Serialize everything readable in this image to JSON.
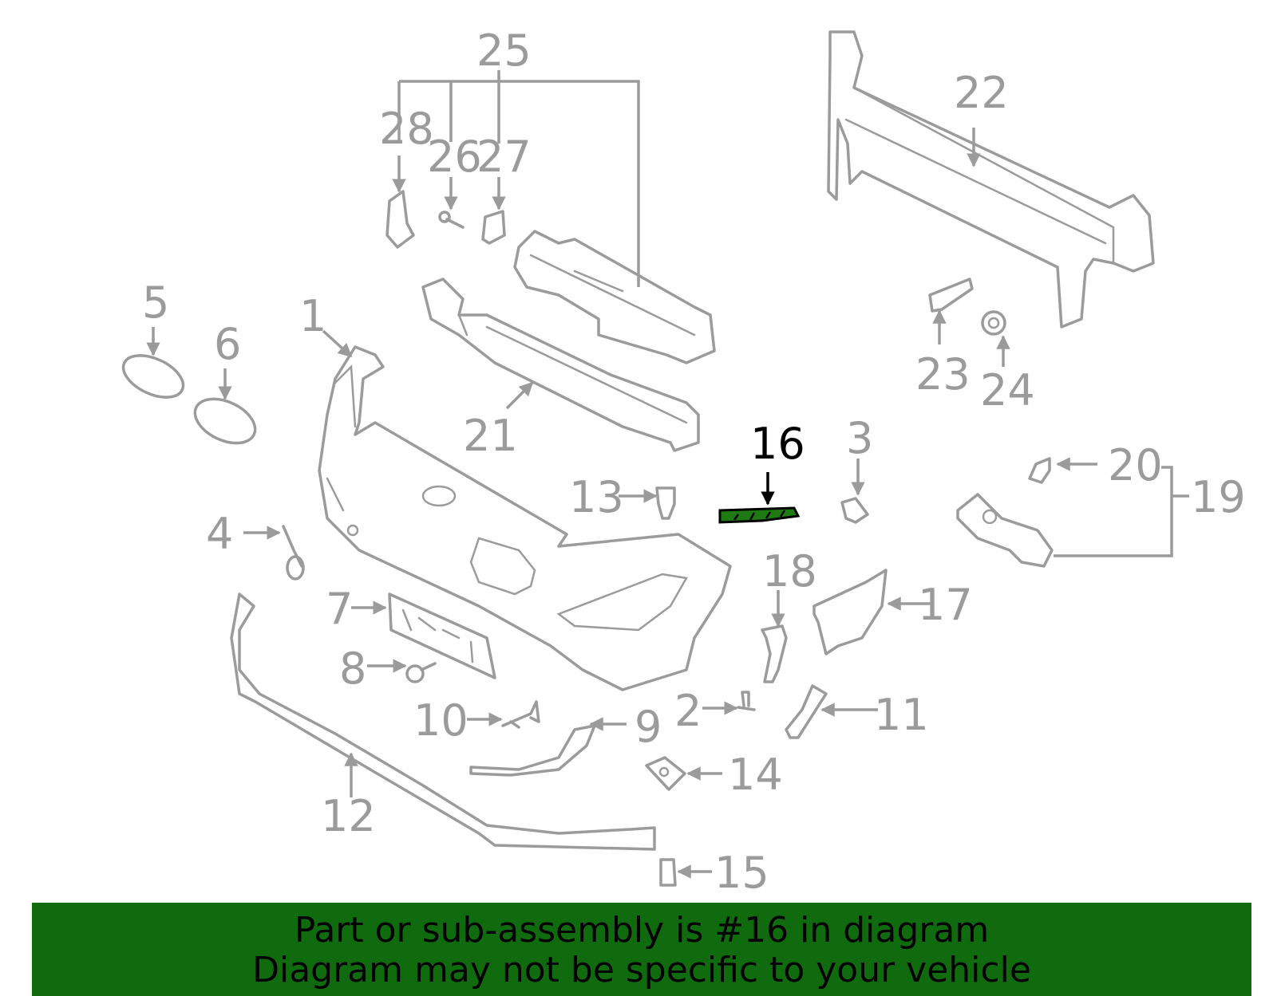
{
  "diagram": {
    "highlight_part": "16",
    "highlight_color": "#1f7a14",
    "line_color": "#9b9b9b",
    "callouts": [
      "1",
      "2",
      "3",
      "4",
      "5",
      "6",
      "7",
      "8",
      "9",
      "10",
      "11",
      "12",
      "13",
      "14",
      "15",
      "16",
      "17",
      "18",
      "19",
      "20",
      "21",
      "22",
      "23",
      "24",
      "25",
      "26",
      "27",
      "28"
    ]
  },
  "banner": {
    "background": "#0f6b0e",
    "line1": "Part or sub-assembly is #16 in diagram",
    "line2": "Diagram may not be specific to your vehicle"
  }
}
